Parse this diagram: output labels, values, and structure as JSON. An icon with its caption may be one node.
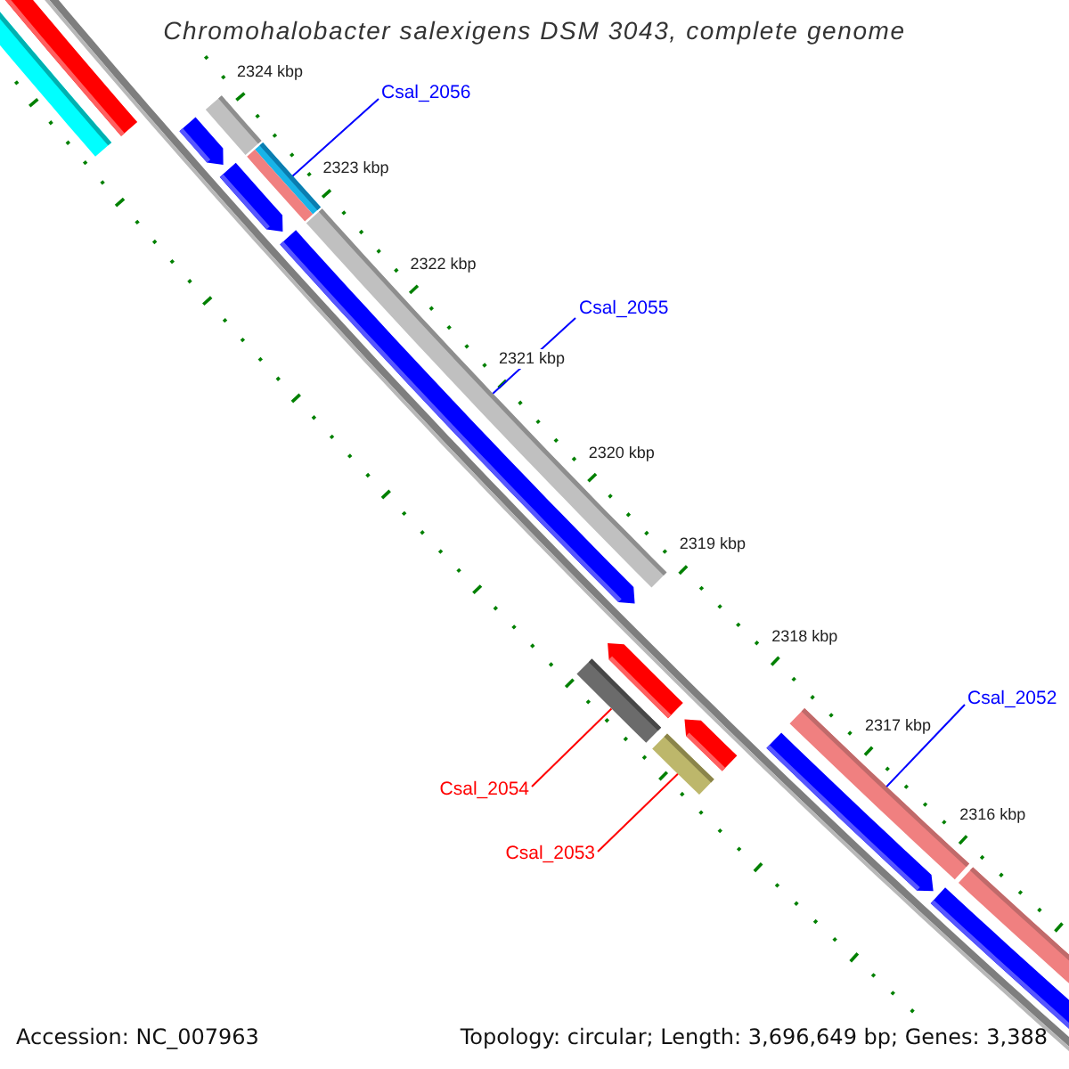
{
  "diagram": {
    "title": "Chromohalobacter salexigens DSM 3043, complete genome",
    "nodes": [
      {
        "text": [
          "Csal_2056"
        ]
      },
      {
        "text": [
          "Csal_2055"
        ]
      },
      {
        "text": [
          "Csal_2052"
        ]
      },
      {
        "text": [
          "Csal_2054"
        ]
      },
      {
        "text": [
          "Csal_2053"
        ]
      },
      {
        "text": [],
        "shape": "bar"
      },
      {
        "text": [],
        "shape": "bar"
      },
      {
        "text": [],
        "shape": "bar"
      },
      {
        "text": [],
        "shape": "arrow"
      },
      {
        "text": [],
        "shape": "bar"
      },
      {
        "text": [],
        "shape": "bar"
      },
      {
        "text": [],
        "shape": "arrow"
      },
      {
        "text": [],
        "shape": "bar"
      },
      {
        "text": [],
        "shape": "arrow"
      },
      {
        "text": [],
        "shape": "arrow"
      },
      {
        "text": [],
        "shape": "bar"
      },
      {
        "text": [],
        "shape": "bar"
      },
      {
        "text": [],
        "shape": "arrow"
      },
      {
        "text": [],
        "shape": "arrow"
      },
      {
        "text": [],
        "shape": "bar"
      },
      {
        "text": [],
        "shape": "bar"
      },
      {
        "text": [],
        "shape": "bar"
      }
    ],
    "edges": [
      {
        "from": 0,
        "to": 9,
        "arrow": "none"
      },
      {
        "from": 1,
        "to": 12,
        "arrow": "none"
      },
      {
        "from": 2,
        "to": 16,
        "arrow": "none"
      },
      {
        "from": 3,
        "to": 15,
        "arrow": "none",
        "color": "#ff0000"
      },
      {
        "from": 4,
        "to": 19,
        "arrow": "none",
        "color": "#ff0000"
      }
    ],
    "labels": [
      "2324 kbp",
      "2323 kbp",
      "2322 kbp",
      "2321 kbp",
      "2320 kbp",
      "2319 kbp",
      "2318 kbp",
      "2317 kbp",
      "2316 kbp",
      "Accession: NC_007963",
      "Topology: circular; Length: 3,696,649 bp; Genes: 3,388"
    ]
  }
}
